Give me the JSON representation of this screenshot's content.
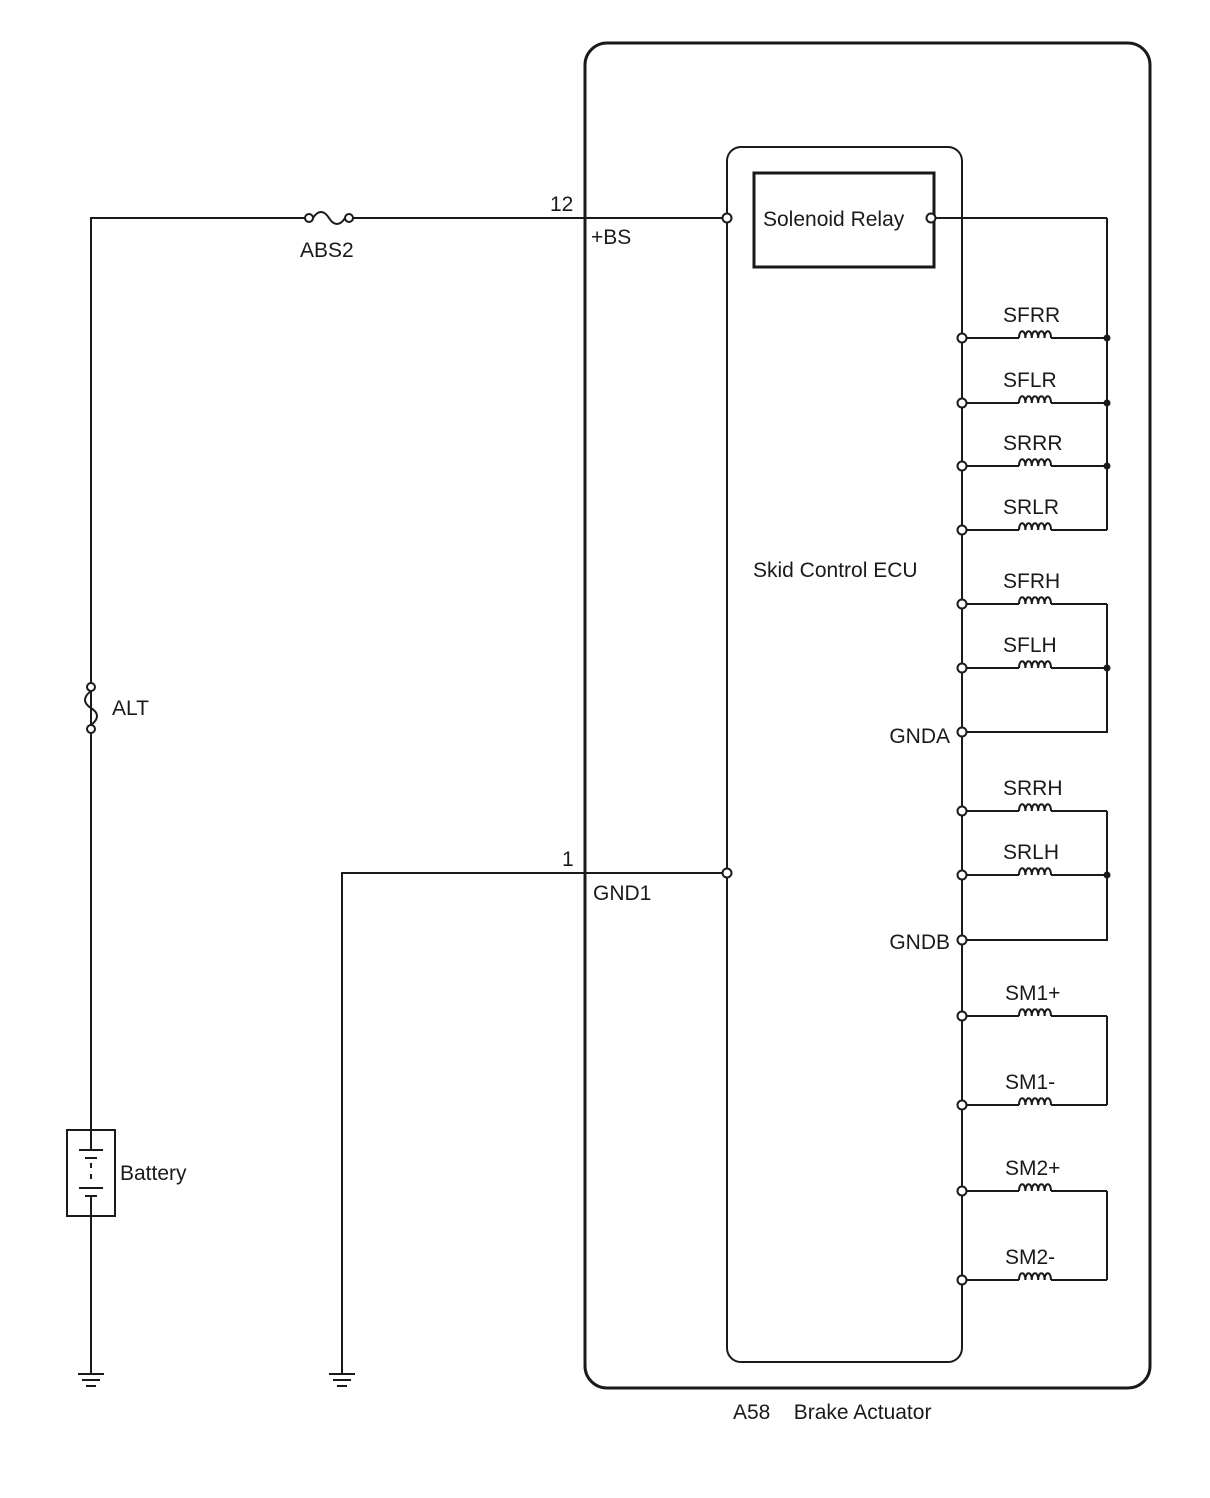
{
  "labels": {
    "fuse_abs2": "ABS2",
    "fuse_alt": "ALT",
    "battery": "Battery",
    "pin_12": "12",
    "pin_1": "1",
    "sig_bs": "+BS",
    "sig_gnd1": "GND1",
    "solenoid_relay": "Solenoid Relay",
    "ecu": "Skid Control ECU",
    "gnda": "GNDA",
    "gndb": "GNDB",
    "actuator": "A58    Brake Actuator"
  },
  "solenoids": {
    "sfrr": "SFRR",
    "sflr": "SFLR",
    "srrr": "SRRR",
    "srlr": "SRLR",
    "sfrh": "SFRH",
    "sflh": "SFLH",
    "srrh": "SRRH",
    "srlh": "SRLH",
    "sm1p": "SM1+",
    "sm1m": "SM1-",
    "sm2p": "SM2+",
    "sm2m": "SM2-"
  }
}
